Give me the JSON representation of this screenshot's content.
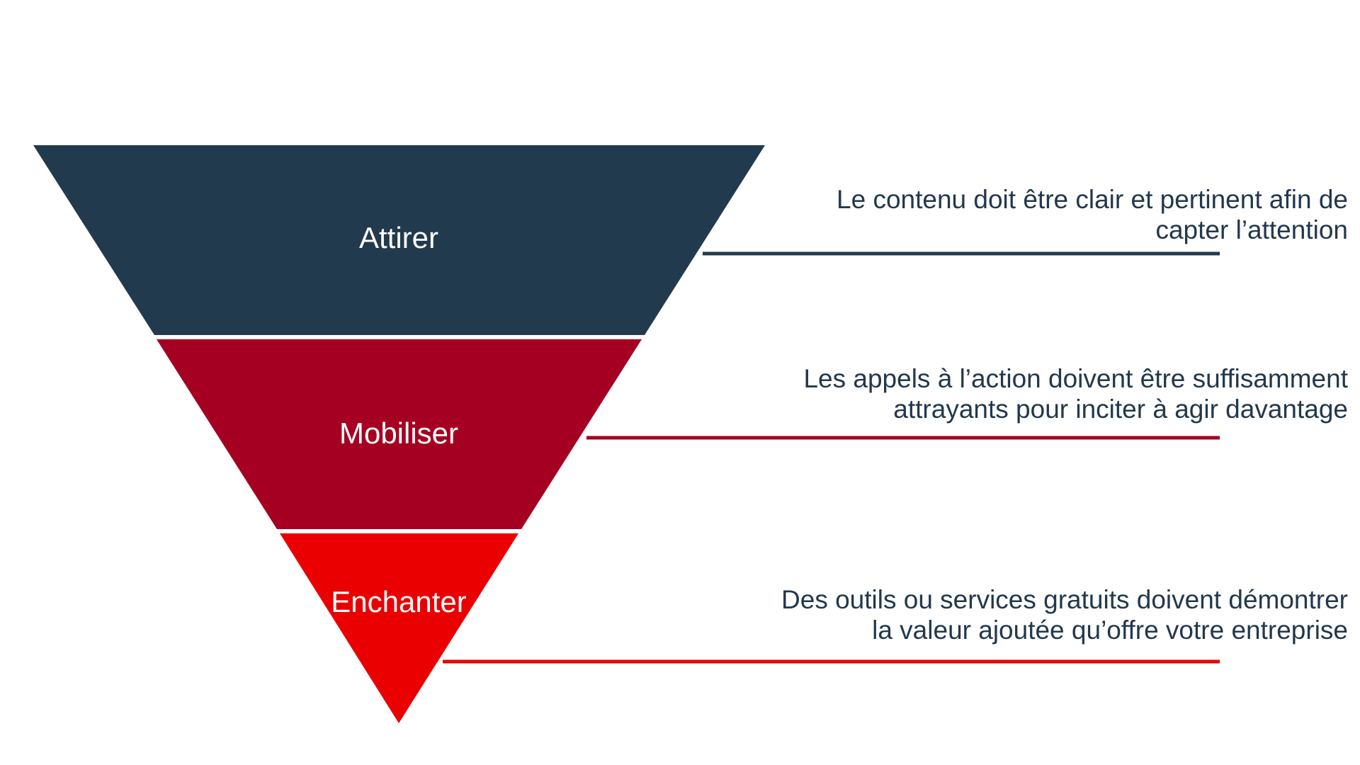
{
  "colors": {
    "stage_1": "#223a4e",
    "stage_2": "#a50021",
    "stage_3": "#ea0000",
    "text": "#22384d",
    "background": "#ffffff"
  },
  "stages": [
    {
      "label": "Attirer",
      "description": [
        "Le contenu doit être clair et pertinent afin de",
        "capter l’attention"
      ]
    },
    {
      "label": "Mobiliser",
      "description": [
        "Les appels à l’action doivent être suffisamment",
        "attrayants pour inciter à agir davantage"
      ]
    },
    {
      "label": "Enchanter",
      "description": [
        "Des outils ou services gratuits doivent démontrer",
        "la valeur ajoutée qu’offre votre entreprise"
      ]
    }
  ]
}
